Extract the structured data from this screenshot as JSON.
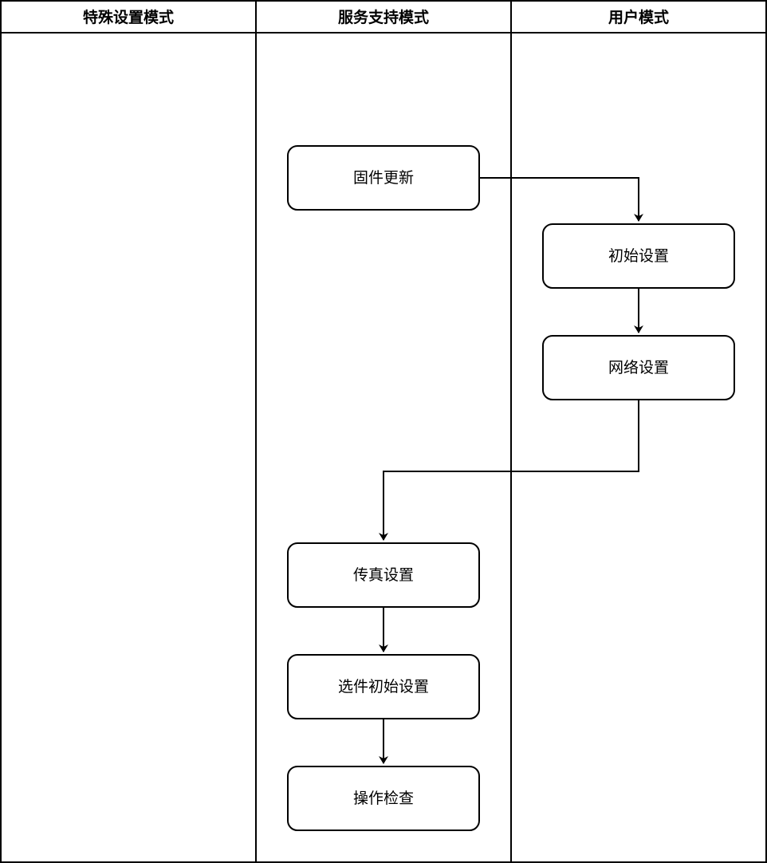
{
  "lanes": [
    {
      "id": "special",
      "title": "特殊设置模式"
    },
    {
      "id": "service",
      "title": "服务支持模式"
    },
    {
      "id": "user",
      "title": "用户模式"
    }
  ],
  "nodes": {
    "firmware_update": {
      "label": "固件更新",
      "lane": "service"
    },
    "initial_setup": {
      "label": "初始设置",
      "lane": "user"
    },
    "network_setup": {
      "label": "网络设置",
      "lane": "user"
    },
    "fax_setup": {
      "label": "传真设置",
      "lane": "service"
    },
    "option_initial_setup": {
      "label": "选件初始设置",
      "lane": "service"
    },
    "operation_check": {
      "label": "操作检查",
      "lane": "service"
    }
  },
  "edges": [
    {
      "from": "firmware_update",
      "to": "initial_setup"
    },
    {
      "from": "initial_setup",
      "to": "network_setup"
    },
    {
      "from": "network_setup",
      "to": "fax_setup"
    },
    {
      "from": "fax_setup",
      "to": "option_initial_setup"
    },
    {
      "from": "option_initial_setup",
      "to": "operation_check"
    }
  ]
}
